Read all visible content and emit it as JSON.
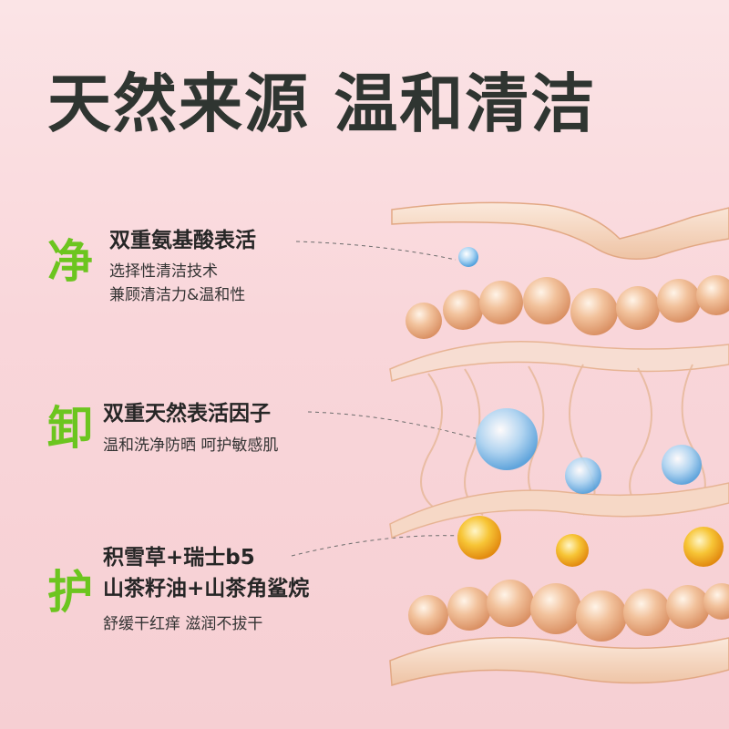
{
  "title": "天然来源 温和清洁",
  "features": [
    {
      "glyph": "净",
      "heading": "双重氨基酸表活",
      "lines": [
        "选择性清洁技术",
        "兼顾清洁力&温和性"
      ]
    },
    {
      "glyph": "卸",
      "heading": "双重天然表活因子",
      "lines": [
        "温和洗净防晒 呵护敏感肌"
      ]
    },
    {
      "glyph": "护",
      "heading_lines": [
        "积雪草+瑞士b5",
        "山茶籽油+山茶角鲨烷"
      ],
      "lines": [
        "舒缓干红痒 滋润不拔干"
      ]
    }
  ],
  "colors": {
    "accent_green": "#6cc51f",
    "title_text": "#2f3531",
    "skin_layer": "#f1c9a6"
  }
}
